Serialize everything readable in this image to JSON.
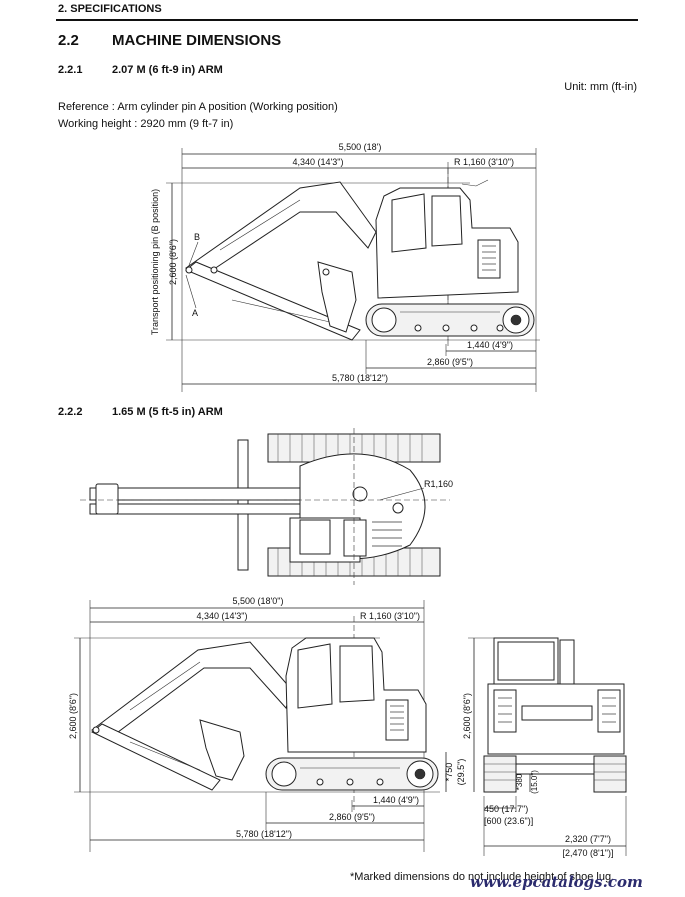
{
  "header": {
    "section": "2. SPECIFICATIONS"
  },
  "section": {
    "number": "2.2",
    "title": "MACHINE DIMENSIONS"
  },
  "sub1": {
    "number": "2.2.1",
    "title": "2.07 M (6 ft-9 in) ARM",
    "unit": "Unit: mm (ft-in)",
    "reference": "Reference : Arm cylinder pin A position (Working position)",
    "working_height": "Working height : 2920 mm (9 ft-7 in)",
    "dims": {
      "total_length": "5,500 (18')",
      "front_length": "4,340 (14'3\")",
      "tail_radius": "R 1,160 (3'10\")",
      "side_height": "2,600 (8'6\")",
      "pin_label": "Transport positioning pin (B position)",
      "pin_b": "B",
      "pin_a": "A",
      "tumbler": "1,440 (4'9\")",
      "crawler": "2,860 (9'5\")",
      "overall": "5,780 (18'12\")"
    }
  },
  "sub2": {
    "number": "2.2.2",
    "title": "1.65 M (5 ft-5 in) ARM",
    "top_radius": "R1,160",
    "dims": {
      "total_length": "5,500 (18'0\")",
      "front_length": "4,340 (14'3\")",
      "tail_radius": "R 1,160 (3'10\")",
      "side_height": "2,600 (8'6\")",
      "ground_clear": "*750",
      "ground_clear_ft": "(29.5\")",
      "tumbler": "1,440 (4'9\")",
      "crawler": "2,860 (9'5\")",
      "overall": "5,780 (18'12\")",
      "front_height": "2,600 (8'6\")",
      "lug": "*380",
      "lug_ft": "(15.0\")",
      "shoe_width": "450  (17.7\")",
      "shoe_width_alt": "[600 (23.6\")]",
      "track_width": "2,320 (7'7\")",
      "track_width_alt": "[2,470 (8'1\")]"
    }
  },
  "footnote": "*Marked dimensions do not include height of shoe lug.",
  "watermark": "www.epcatalogs.com"
}
